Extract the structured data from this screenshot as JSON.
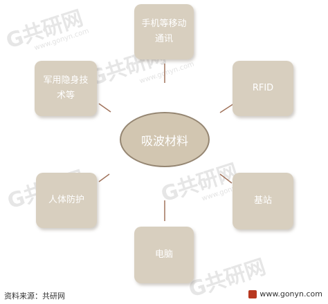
{
  "center": {
    "label": "吸波材料"
  },
  "nodes": {
    "top": {
      "line1": "手机等移动",
      "line2": "通讯"
    },
    "top_left": {
      "line1": "军用隐身技",
      "line2": "术等"
    },
    "top_right": {
      "label": "RFID"
    },
    "bottom_left": {
      "label": "人体防护"
    },
    "bottom_right": {
      "label": "基站"
    },
    "bottom": {
      "label": "电脑"
    }
  },
  "watermark": {
    "brand": "G共研网",
    "url": "www.gonyn.com"
  },
  "footer": {
    "source": "资料来源：共研网",
    "url": "www.gonyn.com"
  },
  "colors": {
    "box": "#d8cfbf",
    "center_fill": "#d2c6b1",
    "center_border": "#958672",
    "connector": "#a0725a",
    "logo": "#b7371f"
  }
}
